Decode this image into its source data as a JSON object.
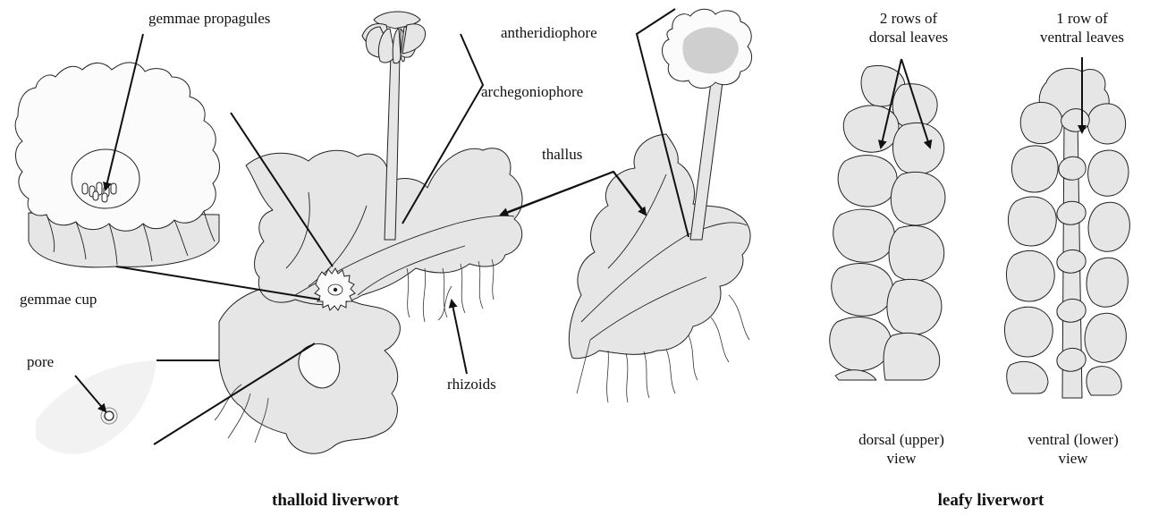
{
  "titles": {
    "thalloid": "thalloid liverwort",
    "leafy": "leafy liverwort"
  },
  "labels": {
    "gemmae_propagules": "gemmae propagules",
    "gemmae_cup": "gemmae cup",
    "pore": "pore",
    "archegoniophore": "archegoniophore",
    "antheridiophore": "antheridiophore",
    "thallus": "thallus",
    "rhizoids": "rhizoids",
    "dorsal_rows_line1": "2 rows of",
    "dorsal_rows_line2": "dorsal leaves",
    "ventral_row_line1": "1 row of",
    "ventral_row_line2": "ventral leaves",
    "dorsal_view_line1": "dorsal (upper)",
    "dorsal_view_line2": "view",
    "ventral_view_line1": "ventral (lower)",
    "ventral_view_line2": "view"
  },
  "colors": {
    "plant_fill": "#e6e6e6",
    "antheridial_disc": "#cfcfcf",
    "outline": "#222222"
  }
}
